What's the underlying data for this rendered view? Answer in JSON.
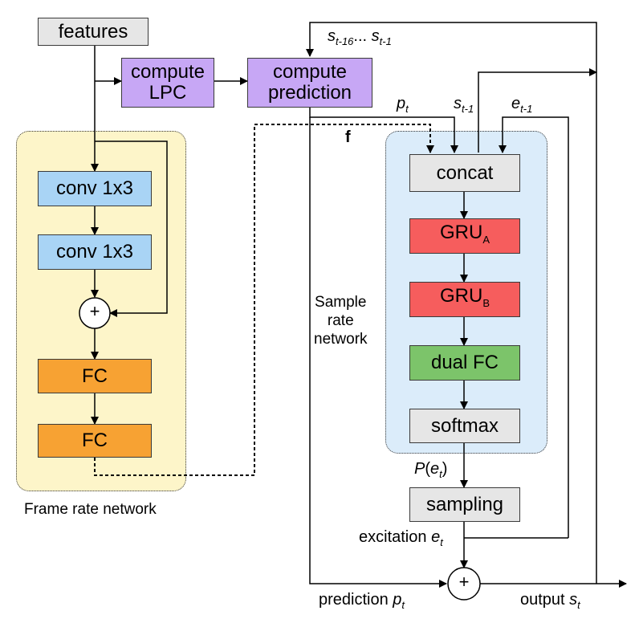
{
  "colors": {
    "frame_region": "#fdf5c9",
    "sample_region": "#dbecfa",
    "gray_box": "#e6e6e6",
    "lpc_box": "#c7a7f5",
    "conv_box": "#a9d4f5",
    "fc_box": "#f7a233",
    "gru_box": "#f65d5d",
    "dualfc_box": "#7cc46a",
    "line": "#000000"
  },
  "boxes": {
    "features": "features",
    "compute_lpc_line1": "compute",
    "compute_lpc_line2": "LPC",
    "compute_prediction_line1": "compute",
    "compute_prediction_line2": "prediction",
    "conv1": "conv 1x3",
    "conv2": "conv 1x3",
    "fc1": "FC",
    "fc2": "FC",
    "concat": "concat",
    "gru_a": "GRU",
    "gru_a_sub": "A",
    "gru_b": "GRU",
    "gru_b_sub": "B",
    "dual_fc": "dual FC",
    "softmax": "softmax",
    "sampling": "sampling",
    "plus": "+"
  },
  "labels": {
    "frame_rate_network": "Frame rate network",
    "sample_rate_line1": "Sample",
    "sample_rate_line2": "rate",
    "sample_rate_line3": "network",
    "f": "f",
    "s_range_a": "s",
    "s_range_a_sub": "t-16",
    "s_range_dots": "...",
    "s_range_b": "s",
    "s_range_b_sub": "t-1",
    "p_t": "p",
    "p_t_sub": "t",
    "s_t1": "s",
    "s_t1_sub": "t-1",
    "e_t1": "e",
    "e_t1_sub": "t-1",
    "p_et_P": "P",
    "p_et_open": "(",
    "p_et_e": "e",
    "p_et_sub": "t",
    "p_et_close": ")",
    "excitation": "excitation ",
    "excitation_e": "e",
    "excitation_sub": "t",
    "prediction": "prediction ",
    "prediction_p": "p",
    "prediction_sub": "t",
    "output": "output ",
    "output_s": "s",
    "output_sub": "t"
  }
}
